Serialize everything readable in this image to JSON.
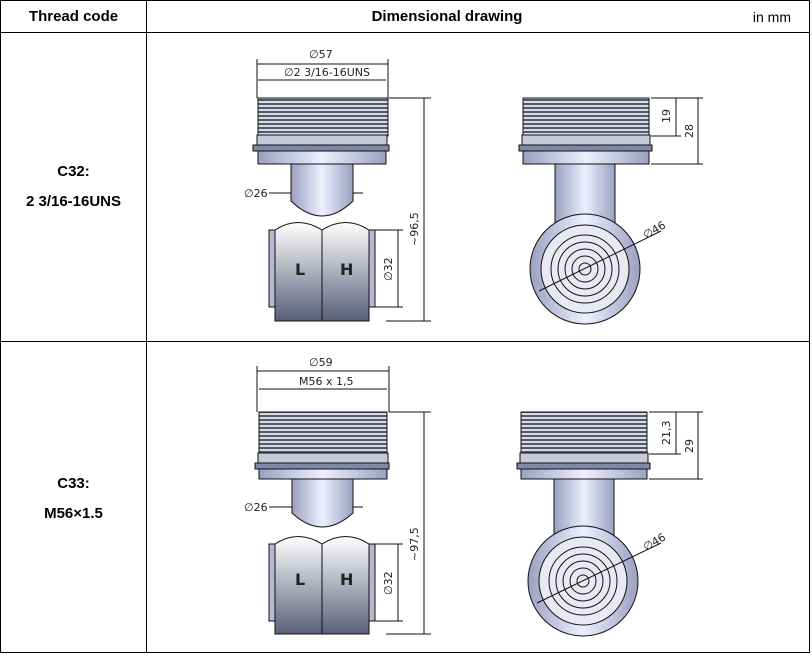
{
  "header": {
    "thread_code": "Thread code",
    "dimensional_drawing": "Dimensional drawing",
    "unit": "in mm"
  },
  "rows": [
    {
      "code": "C32:",
      "thread": "2 3/16-16UNS",
      "dims": {
        "outer_dia": "∅57",
        "thread_dia": "∅2 3/16-16UNS",
        "neck_dia": "∅26",
        "total_height": "~96,5",
        "body_dia": "∅32",
        "thread_len": "19",
        "head_len": "28",
        "face_dia": "∅46",
        "label_low": "L",
        "label_high": "H"
      }
    },
    {
      "code": "C33:",
      "thread": "M56×1.5",
      "dims": {
        "outer_dia": "∅59",
        "thread_dia": "M56 x 1,5",
        "neck_dia": "∅26",
        "total_height": "~97,5",
        "body_dia": "∅32",
        "thread_len": "21,3",
        "head_len": "29",
        "face_dia": "∅46",
        "label_low": "L",
        "label_high": "H"
      }
    }
  ]
}
